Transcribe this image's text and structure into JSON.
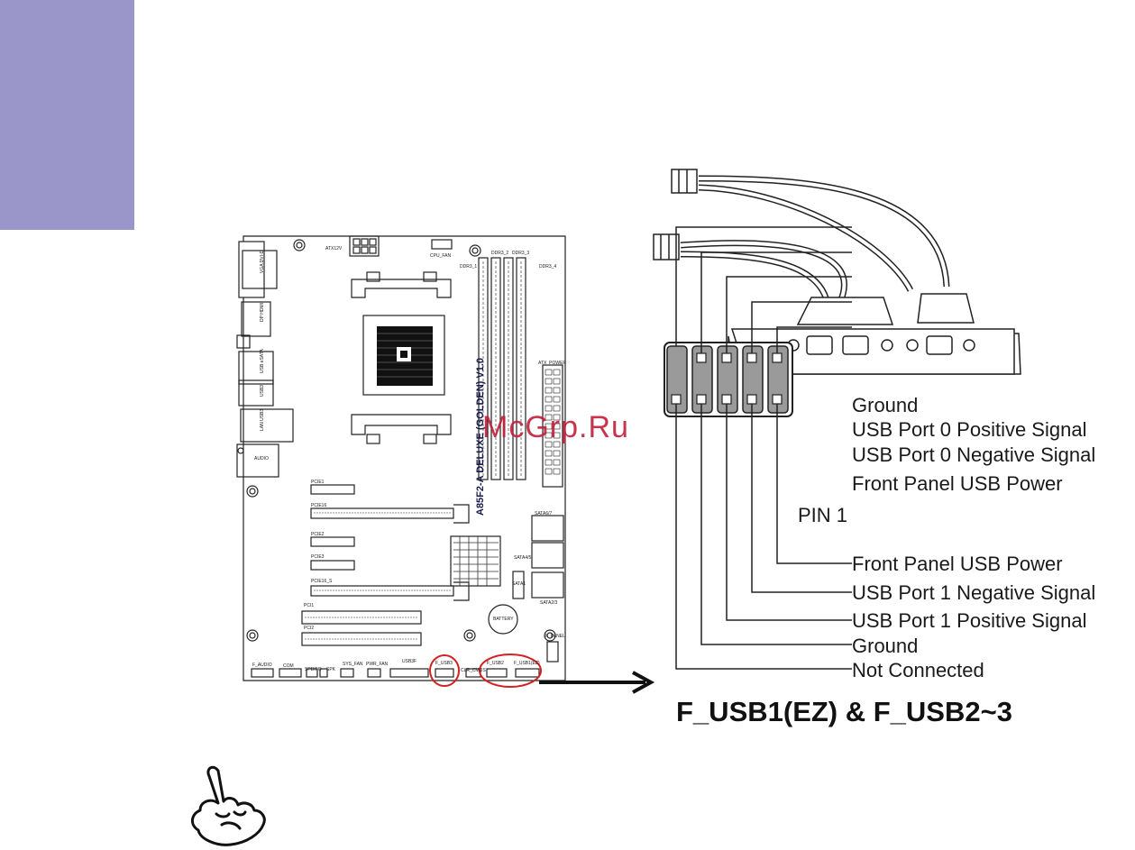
{
  "page": {
    "side_tab_color": "#9b96c9",
    "watermark": "McGrp.Ru",
    "heading": "F_USB1(EZ) & F_USB2~3",
    "note_icon": "pointing-hand-icon"
  },
  "motherboard": {
    "model": "A85F2-A DELUXE (GOLDEN) V1.0",
    "labels": {
      "vga": "VGA DVI-D",
      "dp_hdmi": "DP HDMI",
      "usb_esata": "USB eSATA",
      "usb3": "USB3",
      "lan_usb3": "LAN USB3",
      "audio": "AUDIO",
      "atx12v": "ATX12V",
      "cpu_fan": "CPU_FAN",
      "ddr3_1": "DDR3_1",
      "ddr3_2": "DDR3_2",
      "ddr3_3": "DDR3_3",
      "ddr3_4": "DDR3_4",
      "atx_power": "ATX_POWER",
      "pcie1": "PCIE1",
      "pcie16_1": "PCIE16",
      "pcie2": "PCIE2",
      "pcie3": "PCIE3",
      "pcie16_2": "PCIE16_S",
      "pci1": "PCI1",
      "pci2": "PCI2",
      "sata6_7": "SATA6/7",
      "sata4_5": "SATA4/5",
      "sata1": "SATA1",
      "sata2_3": "SATA2/3",
      "battery": "BATTERY",
      "f_panel": "F_PANEL",
      "f_audio": "F_AUDIO",
      "com": "COM",
      "spdifo": "SPDIFO",
      "spk": "SPK",
      "sys_fan": "SYS_FAN",
      "pwr_fan": "PWR_FAN",
      "usb3f": "USB3F",
      "f_usb3": "F_USB3",
      "clr_cmos": "CLR_CMOS",
      "f_usb2": "F_USB2",
      "f_usb1ez": "F_USB1(EZ)"
    }
  },
  "pinout": {
    "pin1_label": "PIN 1",
    "top_row": [
      "Ground",
      "USB Port 0 Positive Signal",
      "USB Port 0 Negative Signal",
      "Front Panel USB Power"
    ],
    "bottom_row": [
      "Front Panel USB Power",
      "USB Port 1 Negative Signal",
      "USB Port 1 Positive Signal",
      "Ground",
      "Not Connected"
    ]
  }
}
